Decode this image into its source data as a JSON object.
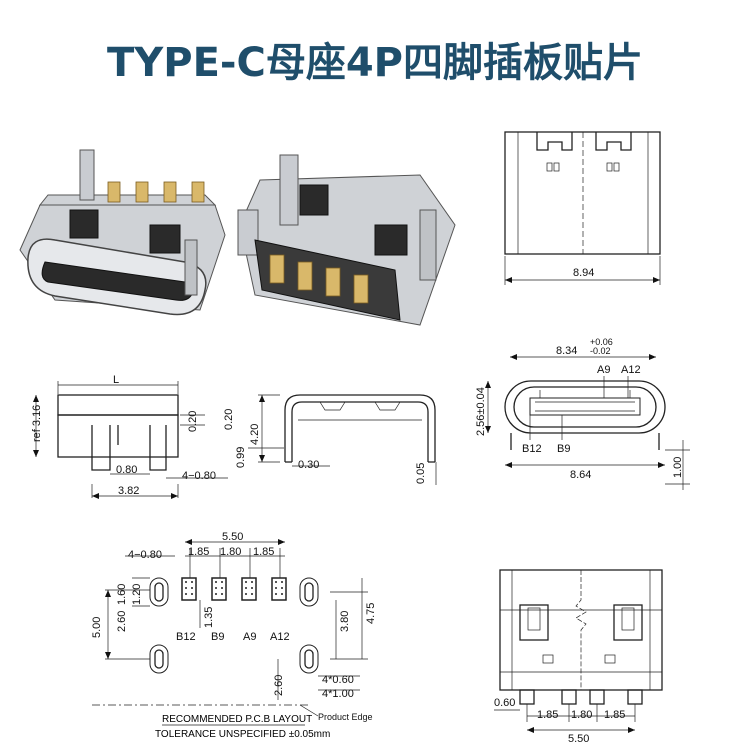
{
  "title": "TYPE-C母座4P四脚插板贴片",
  "top_view": {
    "width": "8.94"
  },
  "front_view": {
    "width_top": "8.34",
    "tol_plus": "+0.06",
    "tol_minus": "-0.02",
    "height": "2.56±0.04",
    "width_bottom": "8.64",
    "right_dim": "1.00",
    "pin_a9": "A9",
    "pin_a12": "A12",
    "pin_b12": "B12",
    "pin_b9": "B9"
  },
  "side_view": {
    "ref": "ref 3.16",
    "top_label": "L",
    "d_020": "0.20",
    "d_080": "0.80",
    "d_4x080": "4−0.80",
    "d_382": "3.82"
  },
  "lead_view": {
    "d_420": "4.20",
    "d_020": "0.20",
    "d_099": "0.99",
    "d_030": "0.30",
    "d_005": "0.05"
  },
  "pcb_layout": {
    "d_550": "5.50",
    "d_4x080": "4−0.80",
    "d_185a": "1.85",
    "d_180": "1.80",
    "d_185b": "1.85",
    "d_160": "1.60",
    "d_120": "1.20",
    "d_500": "5.00",
    "d_260": "2.60",
    "d_135": "1.35",
    "d_380": "3.80",
    "d_475": "4.75",
    "d_260b": "2.60",
    "d_4x060": "4*0.60",
    "d_4x100": "4*1.00",
    "lbl_b12": "B12",
    "lbl_b9": "B9",
    "lbl_a9": "A9",
    "lbl_a12": "A12",
    "product_edge": "Product Edge",
    "caption_1": "RECOMMENDED  P.C.B  LAYOUT",
    "caption_2": "TOLERANCE  UNSPECIFIED  ±0.05mm"
  },
  "bottom_view": {
    "d_060": "0.60",
    "d_185a": "1.85",
    "d_180": "1.80",
    "d_185b": "1.85",
    "d_550": "5.50"
  }
}
